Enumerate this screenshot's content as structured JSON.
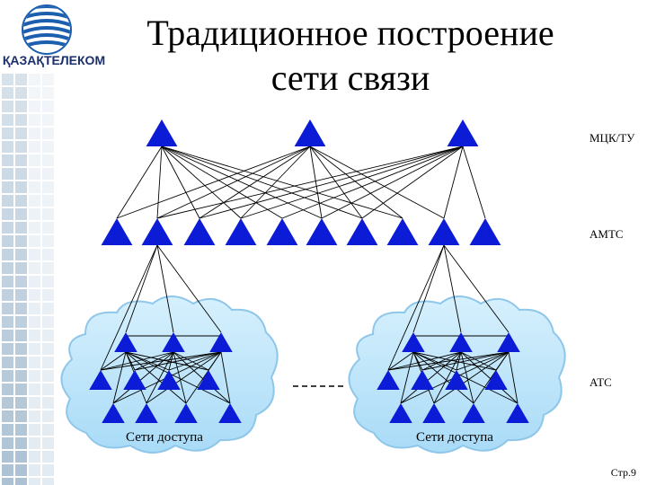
{
  "logo": {
    "text": "ҚАЗАҚТЕЛЕКОМ",
    "colors": {
      "blue": "#1b5fae",
      "navy": "#1b2f6e"
    }
  },
  "title": {
    "line1": "Традиционное построение",
    "line2": "сети связи"
  },
  "levels": {
    "top": "МЦК/ТУ",
    "middle": "АМТС",
    "bottom": "АТС"
  },
  "clouds": {
    "label": "Сети доступа",
    "fill": "#bfe6fb",
    "stroke": "#8fc7ea"
  },
  "node_color": "#0b1bd6",
  "page": "Стр.9"
}
